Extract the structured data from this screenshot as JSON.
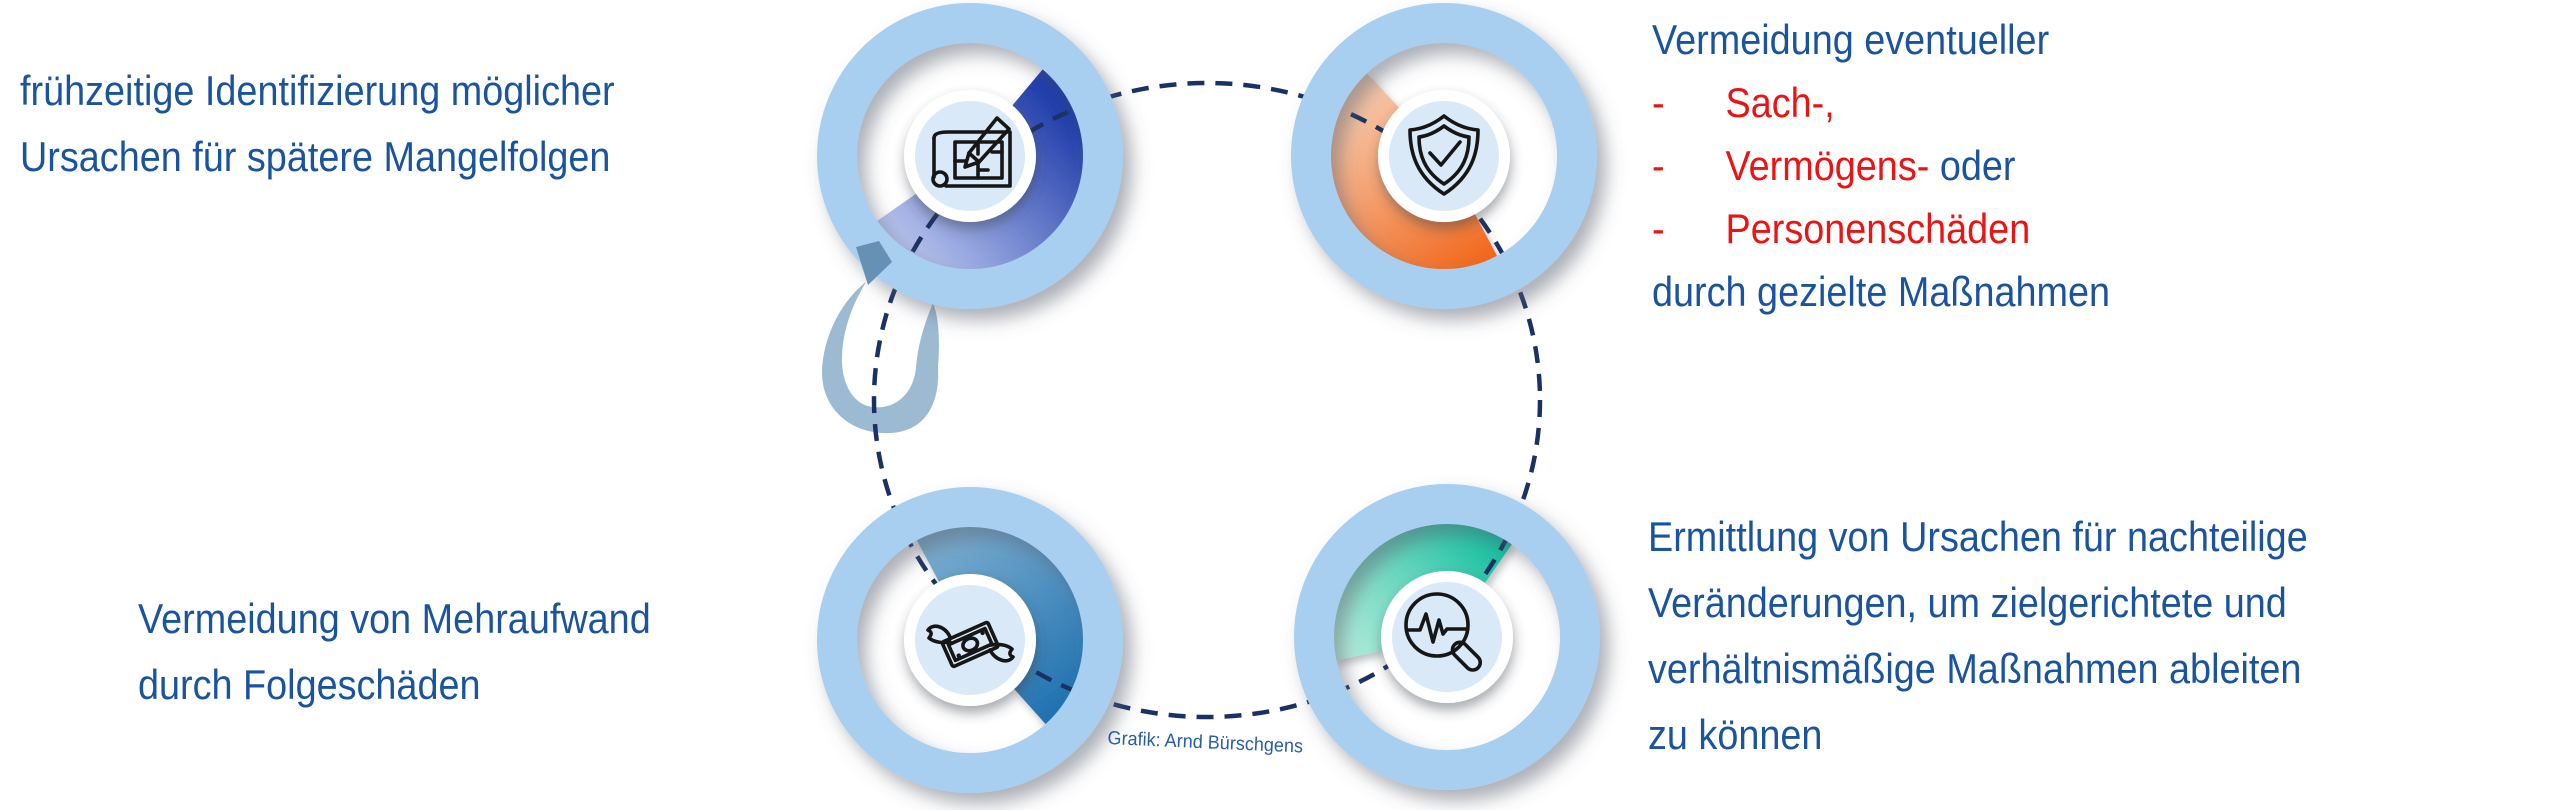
{
  "palette": {
    "text_blue": "#1A549E",
    "text_red": "#EA1414",
    "ring_blue": "#A9CFF0",
    "icon_bg": "#D9E9F8",
    "dash_navy": "#1A3263",
    "credit_blue": "#2A5CA6",
    "arc_top_left_dark": "#1634A6",
    "arc_top_left_light": "#B9C5EE",
    "arc_top_right_dark": "#F1661A",
    "arc_top_right_light": "#F7D0B5",
    "arc_bottom_left_dark": "#1E70B0",
    "arc_bottom_left_light": "#7FB0D0",
    "arc_bottom_right_dark": "#0DBC9D",
    "arc_bottom_right_light": "#BDEFDD",
    "swoosh_light": "#9CBAD2",
    "swoosh_dark": "#6790B5"
  },
  "labels": {
    "top_left": {
      "line1": "frühzeitige Identifizierung möglicher",
      "line2": "Ursachen für spätere Mangelfolgen"
    },
    "top_right": {
      "intro": "Vermeidung eventueller",
      "bullet1_dash": "-",
      "bullet1_red": "Sach-,",
      "bullet2_dash": "-",
      "bullet2_red": "Vermögens-",
      "bullet2_blue": " oder",
      "bullet3_dash": "-",
      "bullet3_red": "Personenschäden",
      "outro": "durch gezielte Maßnahmen"
    },
    "bottom_left": {
      "line1": "Vermeidung von Mehraufwand",
      "line2": "durch Folgeschäden"
    },
    "bottom_right": {
      "line1": "Ermittlung von Ursachen für nachteilige",
      "line2": "Veränderungen, um zielgerichtete und",
      "line3": "verhältnismäßige Maßnahmen ableiten",
      "line4": "zu können"
    },
    "credit": "Grafik: Arnd Bürschgens"
  },
  "badges": [
    {
      "position": "top-left",
      "icon": "blueprint-pencil-icon"
    },
    {
      "position": "top-right",
      "icon": "shield-check-icon"
    },
    {
      "position": "bottom-left",
      "icon": "winged-money-icon"
    },
    {
      "position": "bottom-right",
      "icon": "magnifier-pulse-icon"
    }
  ]
}
